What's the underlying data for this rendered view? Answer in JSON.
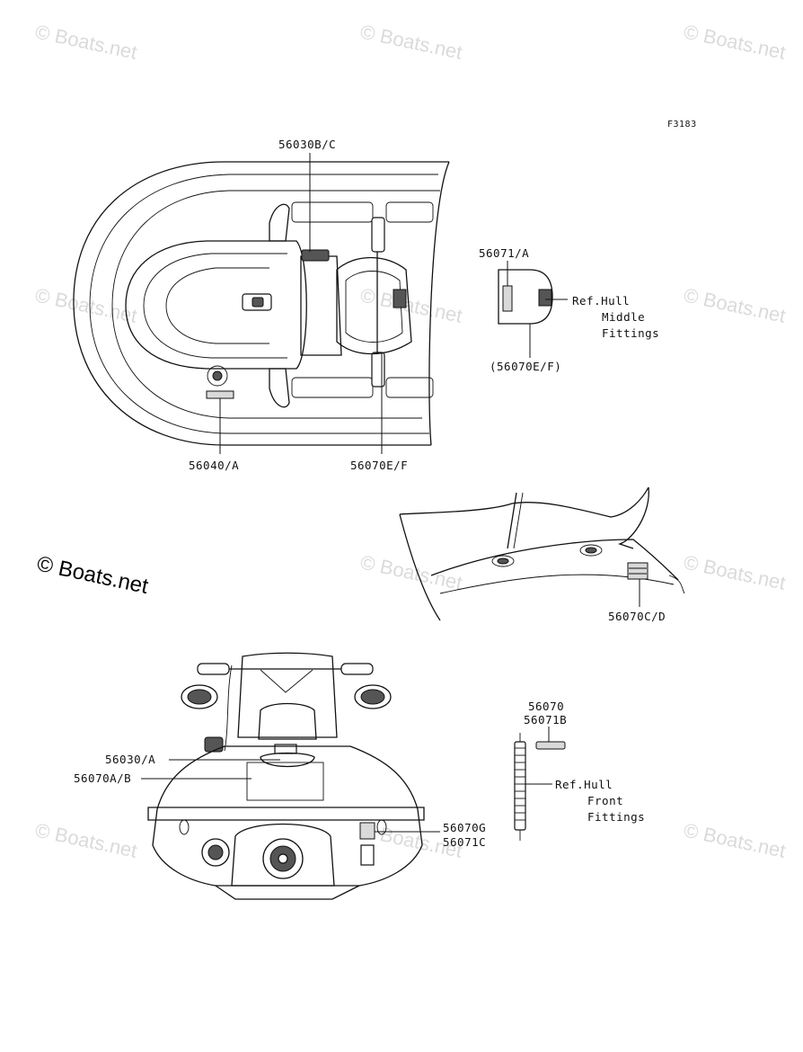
{
  "figure_code": "F3183",
  "watermark": "© Boats.net",
  "labels": {
    "top_view_decal_bc": "56030B/C",
    "top_view_decal_a": "56040/A",
    "top_view_decal_ef": "56070E/F",
    "inset_a_part": "56071/A",
    "inset_a_ref_line1": "Ref.Hull",
    "inset_a_ref_line2": "Middle",
    "inset_a_ref_line3": "Fittings",
    "inset_a_sub": "(56070E/F)",
    "side_view_decal": "56070C/D",
    "rear_decal_a": "56030/A",
    "rear_decal_ab": "56070A/B",
    "rear_decal_g": "56070G",
    "rear_decal_c": "56071C",
    "inset_b_part1": "56070",
    "inset_b_part2": "56071B",
    "inset_b_ref_line1": "Ref.Hull",
    "inset_b_ref_line2": "Front",
    "inset_b_ref_line3": "Fittings"
  }
}
